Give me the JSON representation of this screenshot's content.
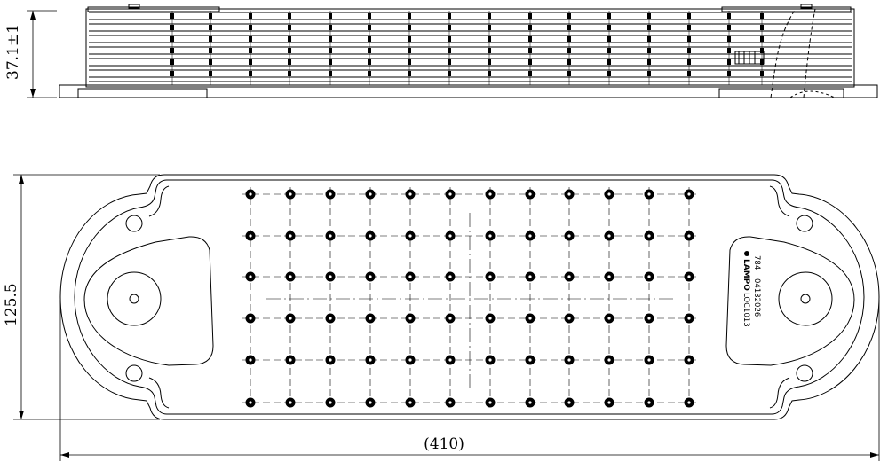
{
  "dimensions": {
    "height": "37.1±1",
    "width_plan": "125.5",
    "length": "(410)"
  },
  "plate": {
    "logo": "LAMPO",
    "part_number": "LOC1013",
    "code_1": "784",
    "code_2": "04132026"
  }
}
